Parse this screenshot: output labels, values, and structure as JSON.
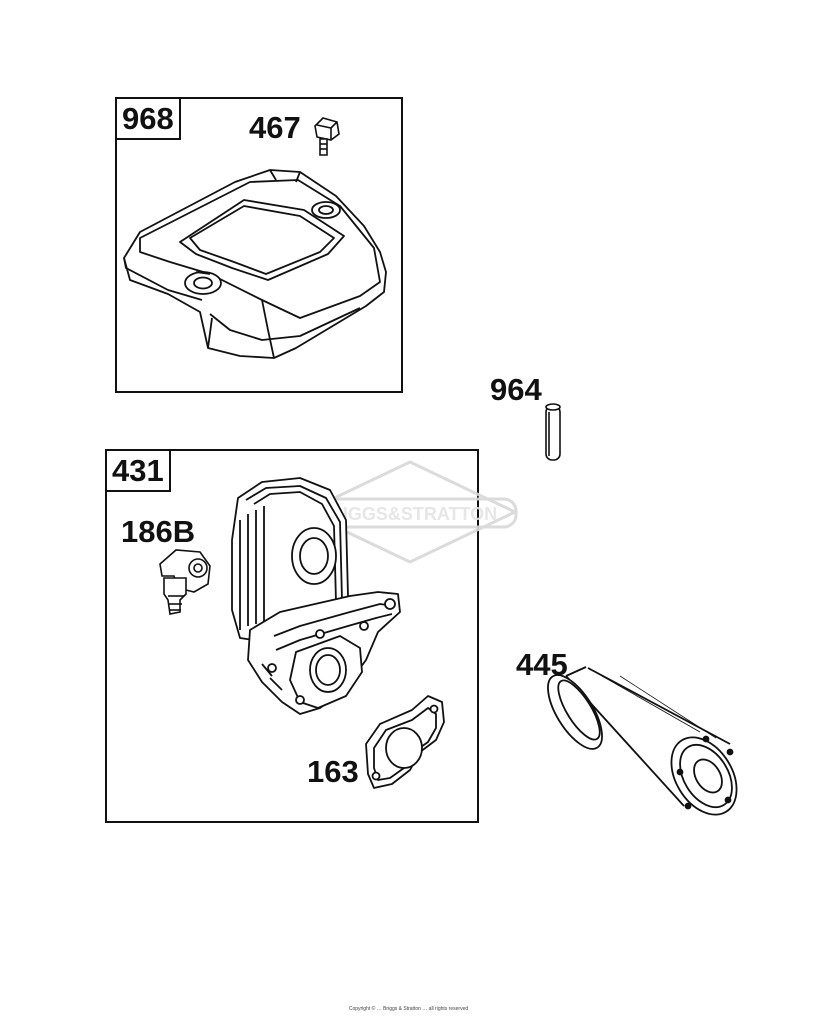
{
  "groups": [
    {
      "label": "968"
    },
    {
      "label": "431"
    }
  ],
  "callouts": {
    "bolt": "467",
    "pin": "964",
    "fitting": "186B",
    "gasket": "163",
    "filter": "445"
  },
  "watermark": "BRIGGS&STRATTON",
  "copyright": "Copyright © … Briggs & Stratton … all rights reserved",
  "colors": {
    "line": "#111111",
    "watermark": "#d8d8d8"
  }
}
